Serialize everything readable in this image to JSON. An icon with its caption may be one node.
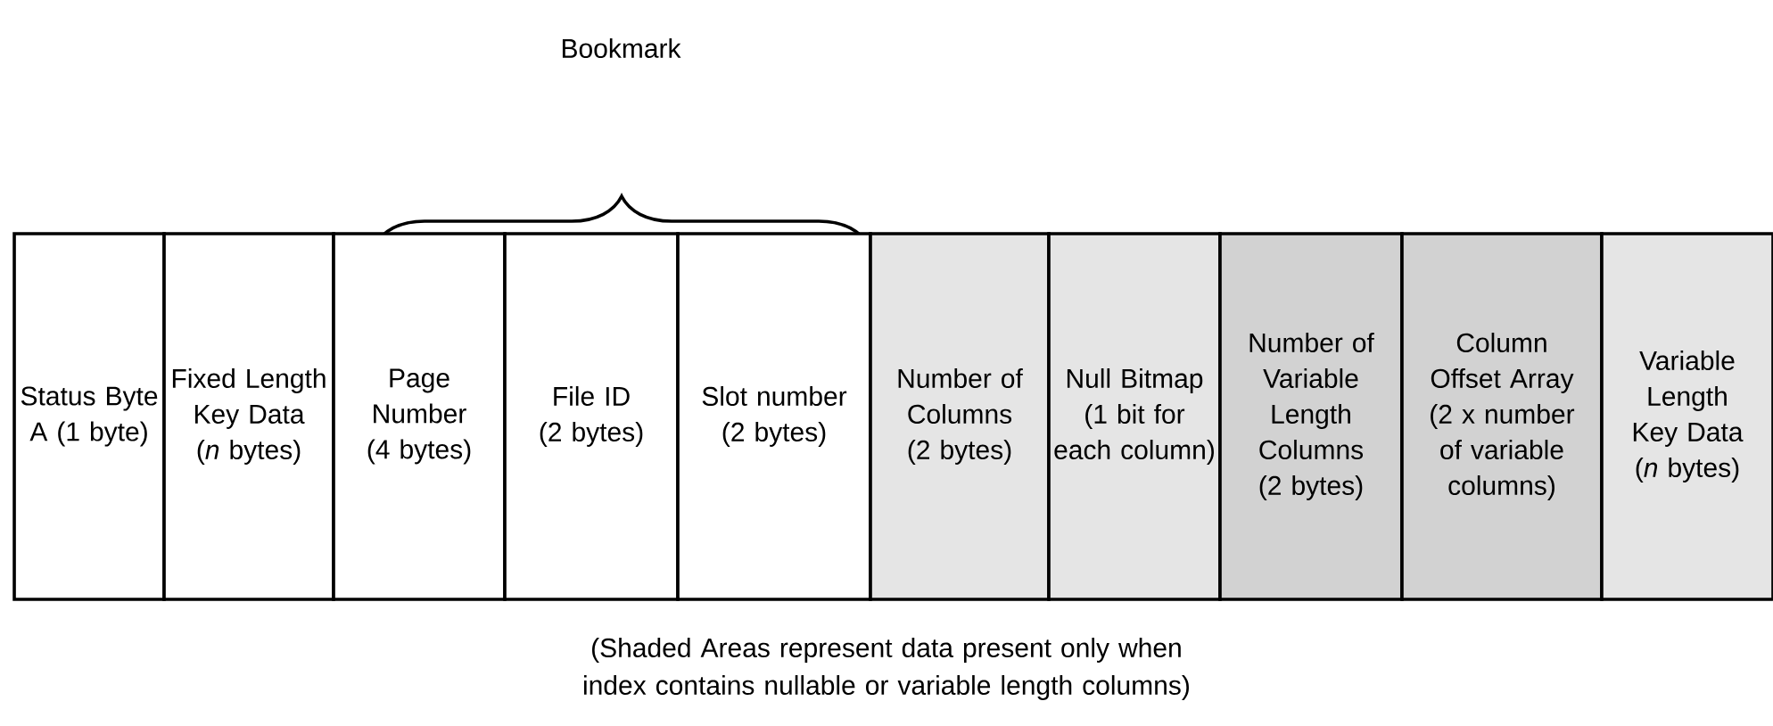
{
  "diagram": {
    "caption": "(Shaded Areas represent data present only when index contains nullable or variable length columns)",
    "nodes": [
      {
        "text": [
          "Status Byte A (1 byte)"
        ]
      },
      {
        "text": [
          "Fixed Length Key Data (*n* bytes)"
        ]
      },
      {
        "text": [
          "Page Number (4 bytes)"
        ]
      },
      {
        "text": [
          "File ID (2 bytes)"
        ]
      },
      {
        "text": [
          "Slot number (2 bytes)"
        ]
      },
      {
        "text": [
          "Number of Columns (2 bytes)"
        ]
      },
      {
        "text": [
          "Null Bitmap (1 bit for each column)"
        ]
      },
      {
        "text": [
          "Number of Variable Length Columns (2 bytes)"
        ]
      },
      {
        "text": [
          "Column Offset Array (2 x number of variable columns)"
        ]
      },
      {
        "text": [
          "Variable Length Key Data (*n* bytes)"
        ]
      }
    ],
    "labels": [
      "Bookmark"
    ]
  }
}
